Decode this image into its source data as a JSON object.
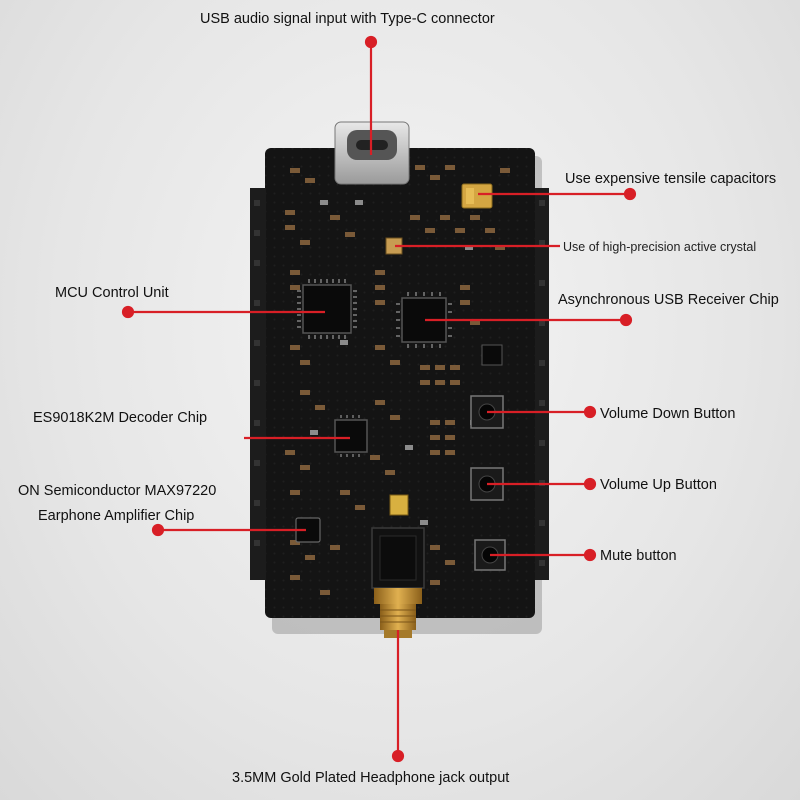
{
  "labels": {
    "usb_input": "USB audio signal input with Type-C connector",
    "capacitors": "Use expensive tensile capacitors",
    "crystal": "Use of high-precision active crystal",
    "mcu": "MCU Control Unit",
    "usb_receiver": "Asynchronous USB Receiver Chip",
    "decoder": "ES9018K2M Decoder Chip",
    "vol_down": "Volume Down Button",
    "vol_up": "Volume Up Button",
    "amp_line1": "ON Semiconductor MAX97220",
    "amp_line2": "Earphone Amplifier Chip",
    "mute": "Mute button",
    "jack": "3.5MM Gold Plated Headphone jack output"
  },
  "colors": {
    "pcb": "#141414",
    "callout": "#d81f26",
    "gold": "#c8962e"
  }
}
